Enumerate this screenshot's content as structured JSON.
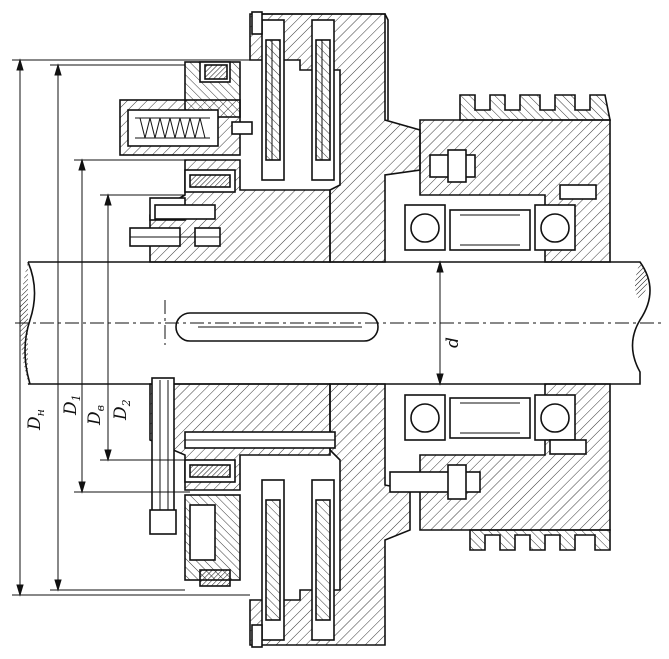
{
  "labels": {
    "d_outer": "D",
    "d_outer_sub": "н",
    "d_1": "D",
    "d_1_sub": "1",
    "d_b": "D",
    "d_b_sub": "в",
    "d_2": "D",
    "d_2_sub": "2",
    "shaft_d": "d"
  }
}
